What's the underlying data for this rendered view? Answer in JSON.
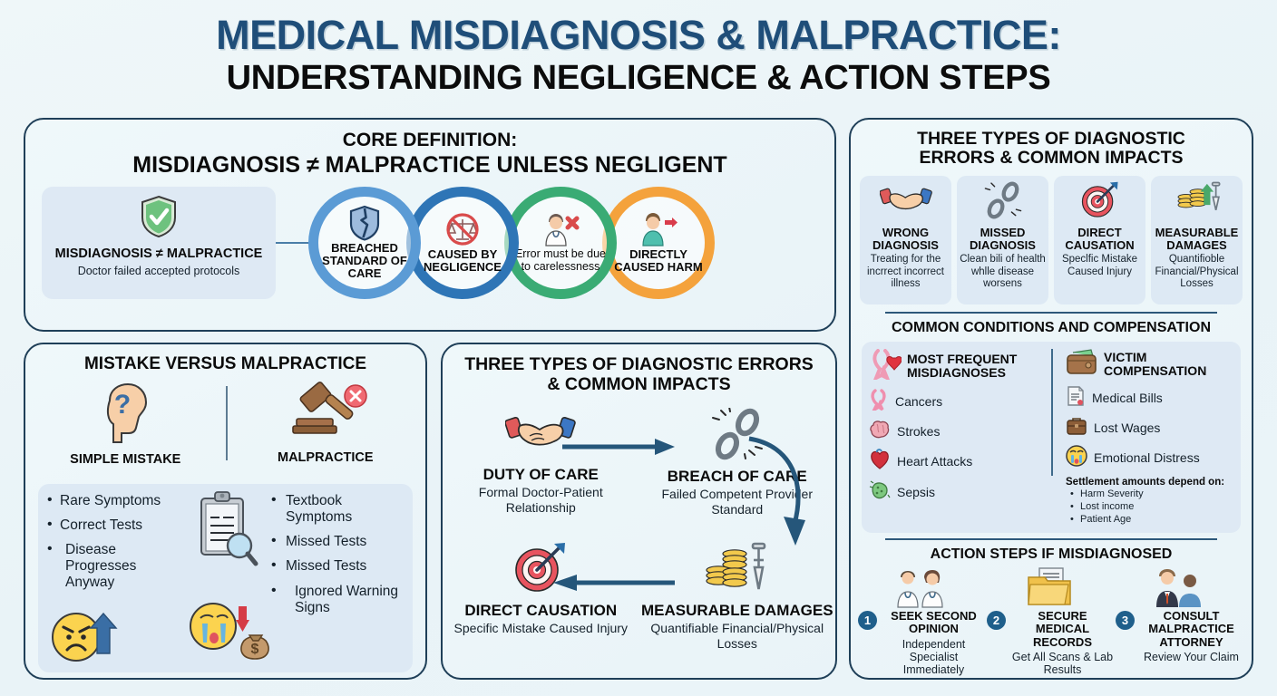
{
  "header": {
    "line1": "MEDICAL MISDIAGNOSIS & MALPRACTICE:",
    "line2a": "UNDERSTANDING NEGLIGENCE",
    "line2b": " & ACTION STEPS"
  },
  "colors": {
    "page_bg": "#eef6f8",
    "panel_border": "#1f3f58",
    "title_blue": "#1f4e79",
    "ring1": "#5b9bd5",
    "ring2": "#2e75b6",
    "ring3": "#3aab74",
    "ring4": "#f4a23c",
    "card_bg": "#dde9f4",
    "step_num_bg": "#1f5f8b"
  },
  "core": {
    "title_line1": "CORE DEFINITION:",
    "title_line2": "MISDIAGNOSIS ≠ MALPRACTICE UNLESS NEGLIGENT",
    "card": {
      "icon": "green-shield-check-icon",
      "title": "MISDIAGNOSIS ≠ MALPRACTICE",
      "sub": "Doctor failed accepted protocols"
    },
    "rings": [
      {
        "icon": "broken-shield-icon",
        "label": "BREACHED STANDARD OF CARE",
        "bold": true,
        "color": "#5b9bd5"
      },
      {
        "icon": "no-scales-icon",
        "label": "CAUSED BY NEGLIGENCE",
        "bold": true,
        "color": "#2e75b6"
      },
      {
        "icon": "doctor-x-icon",
        "label": "Error must be due to carelessness",
        "bold": false,
        "color": "#3aab74"
      },
      {
        "icon": "patient-arrow-icon",
        "label": "DIRECTLY CAUSED HARM",
        "bold": true,
        "color": "#f4a23c"
      }
    ]
  },
  "mistake_vs_malpractice": {
    "title": "MISTAKE VERSUS MALPRACTICE",
    "left": {
      "icon": "head-question-icon",
      "label": "SIMPLE MISTAKE",
      "items": [
        "Rare Symptoms",
        "Correct Tests",
        "Disease Progresses Anyway"
      ]
    },
    "right": {
      "icon": "gavel-x-icon",
      "label": "MALPRACTICE",
      "items": [
        "Textbook Symptoms",
        "Missed Tests",
        "Missed Tests",
        "Ignored Warning Signs"
      ]
    },
    "decor_icons": [
      "clipboard-magnifier-icon",
      "crying-face-money-bag-icon",
      "angry-face-up-arrow-icon"
    ]
  },
  "flow": {
    "title_line1": "THREE TYPES OF DIAGNOSTIC ERRORS",
    "title_line2": "& COMMON IMPACTS",
    "cells": [
      {
        "icon": "handshake-icon",
        "title": "DUTY OF CARE",
        "sub": "Formal Doctor-Patient Relationship"
      },
      {
        "icon": "broken-chain-icon",
        "title": "BREACH OF CARE",
        "sub": "Failed Competent Provider Standard"
      },
      {
        "icon": "target-arrow-icon",
        "title": "DIRECT CAUSATION",
        "sub": "Specific Mistake Caused Injury"
      },
      {
        "icon": "coins-crutch-icon",
        "title": "MEASURABLE DAMAGES",
        "sub": "Quantifiable Financial/Physical Losses"
      }
    ]
  },
  "right_column": {
    "errors_section": {
      "title_line1": "THREE TYPES OF DIAGNOSTIC",
      "title_line2": "ERRORS & COMMON IMPACTS",
      "cards": [
        {
          "icon": "handshake-icon",
          "title": "WRONG DIAGNOSIS",
          "sub": "Treating for the incrrect incorrect illness"
        },
        {
          "icon": "broken-chain-icon",
          "title": "MISSED DIAGNOSIS",
          "sub": "Clean bili of health whlle disease worsens"
        },
        {
          "icon": "target-arrow-icon",
          "title": "DIRECT CAUSATION",
          "sub": "Speclfic Mistake Caused Injury"
        },
        {
          "icon": "coins-crutch-icon",
          "title": "MEASURABLE DAMAGES",
          "sub": "Quantifioble Financial/Physical Losses"
        }
      ]
    },
    "conditions_section": {
      "title": "COMMON CONDITIONS AND COMPENSATION",
      "left": {
        "icon": "ribbon-heart-icon",
        "heading": "MOST FREQUENT MISDIAGNOSES",
        "items": [
          {
            "icon": "pink-ribbon-icon",
            "label": "Cancers"
          },
          {
            "icon": "brain-icon",
            "label": "Strokes"
          },
          {
            "icon": "heart-icon",
            "label": "Heart Attacks"
          },
          {
            "icon": "bacteria-icon",
            "label": "Sepsis"
          }
        ]
      },
      "right": {
        "icon": "wallet-cash-icon",
        "heading": "VICTIM COMPENSATION",
        "items": [
          {
            "icon": "invoice-icon",
            "label": "Medical Bills"
          },
          {
            "icon": "briefcase-icon",
            "label": "Lost Wages"
          },
          {
            "icon": "crying-face-icon",
            "label": "Emotional Distress"
          }
        ],
        "settlement_title": "Settlement amounts depend on:",
        "settlement_items": [
          "Harm Severity",
          "Lost income",
          "Patient Age"
        ]
      }
    },
    "action_section": {
      "title": "ACTION STEPS IF MISDIAGNOSED",
      "steps": [
        {
          "num": "1",
          "icon": "two-doctors-icon",
          "title": "SEEK SECOND OPINION",
          "sub": "Independent Specialist Immediately"
        },
        {
          "num": "2",
          "icon": "file-folder-icon",
          "title": "SECURE MEDICAL RECORDS",
          "sub": "Get All Scans & Lab Results"
        },
        {
          "num": "3",
          "icon": "attorney-client-icon",
          "title": "CONSULT MALPRACTICE ATTORNEY",
          "sub": "Review Your Claim"
        }
      ]
    }
  }
}
